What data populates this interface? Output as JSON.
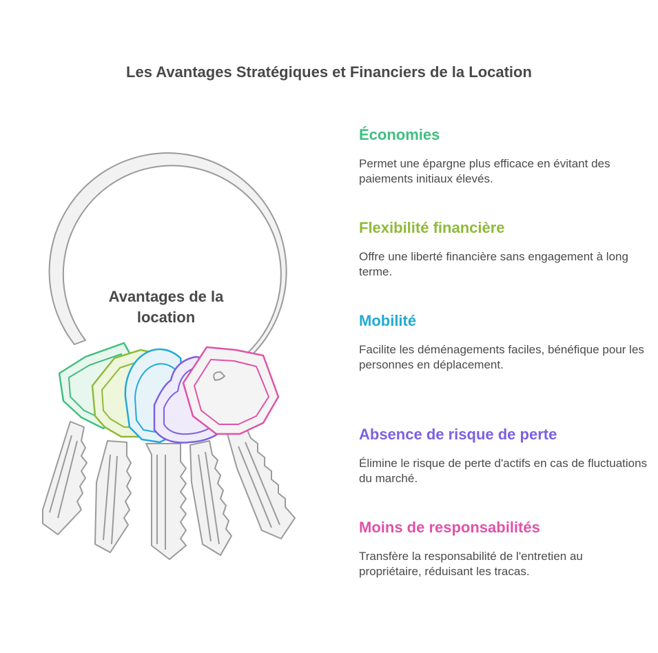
{
  "title": "Les Avantages Stratégiques et Financiers de la Location",
  "center_label": {
    "line1": "Avantages de la",
    "line2": "location"
  },
  "items": [
    {
      "title": "Économies",
      "description": "Permet une épargne plus efficace en évitant des paiements initiaux élevés.",
      "color": "#3fbf7f"
    },
    {
      "title": "Flexibilité financière",
      "description": "Offre une liberté financière sans engagement à long terme.",
      "color": "#8fba3a"
    },
    {
      "title": "Mobilité",
      "description": "Facilite les déménagements faciles, bénéfique pour les personnes en déplacement.",
      "color": "#22a9d4"
    },
    {
      "title": "Absence de risque de perte",
      "description": "Élimine le risque de perte d'actifs en cas de fluctuations du marché.",
      "color": "#7b61e0"
    },
    {
      "title": "Moins de responsabilités",
      "description": "Transfère la responsabilité de l'entretien au propriétaire, réduisant les tracas.",
      "color": "#e052a8"
    }
  ],
  "colors": {
    "ring_stroke": "#9a9a9a",
    "ring_fill": "#f2f2f2",
    "key_fill": "#f2f2f2",
    "text_dark": "#484848"
  }
}
